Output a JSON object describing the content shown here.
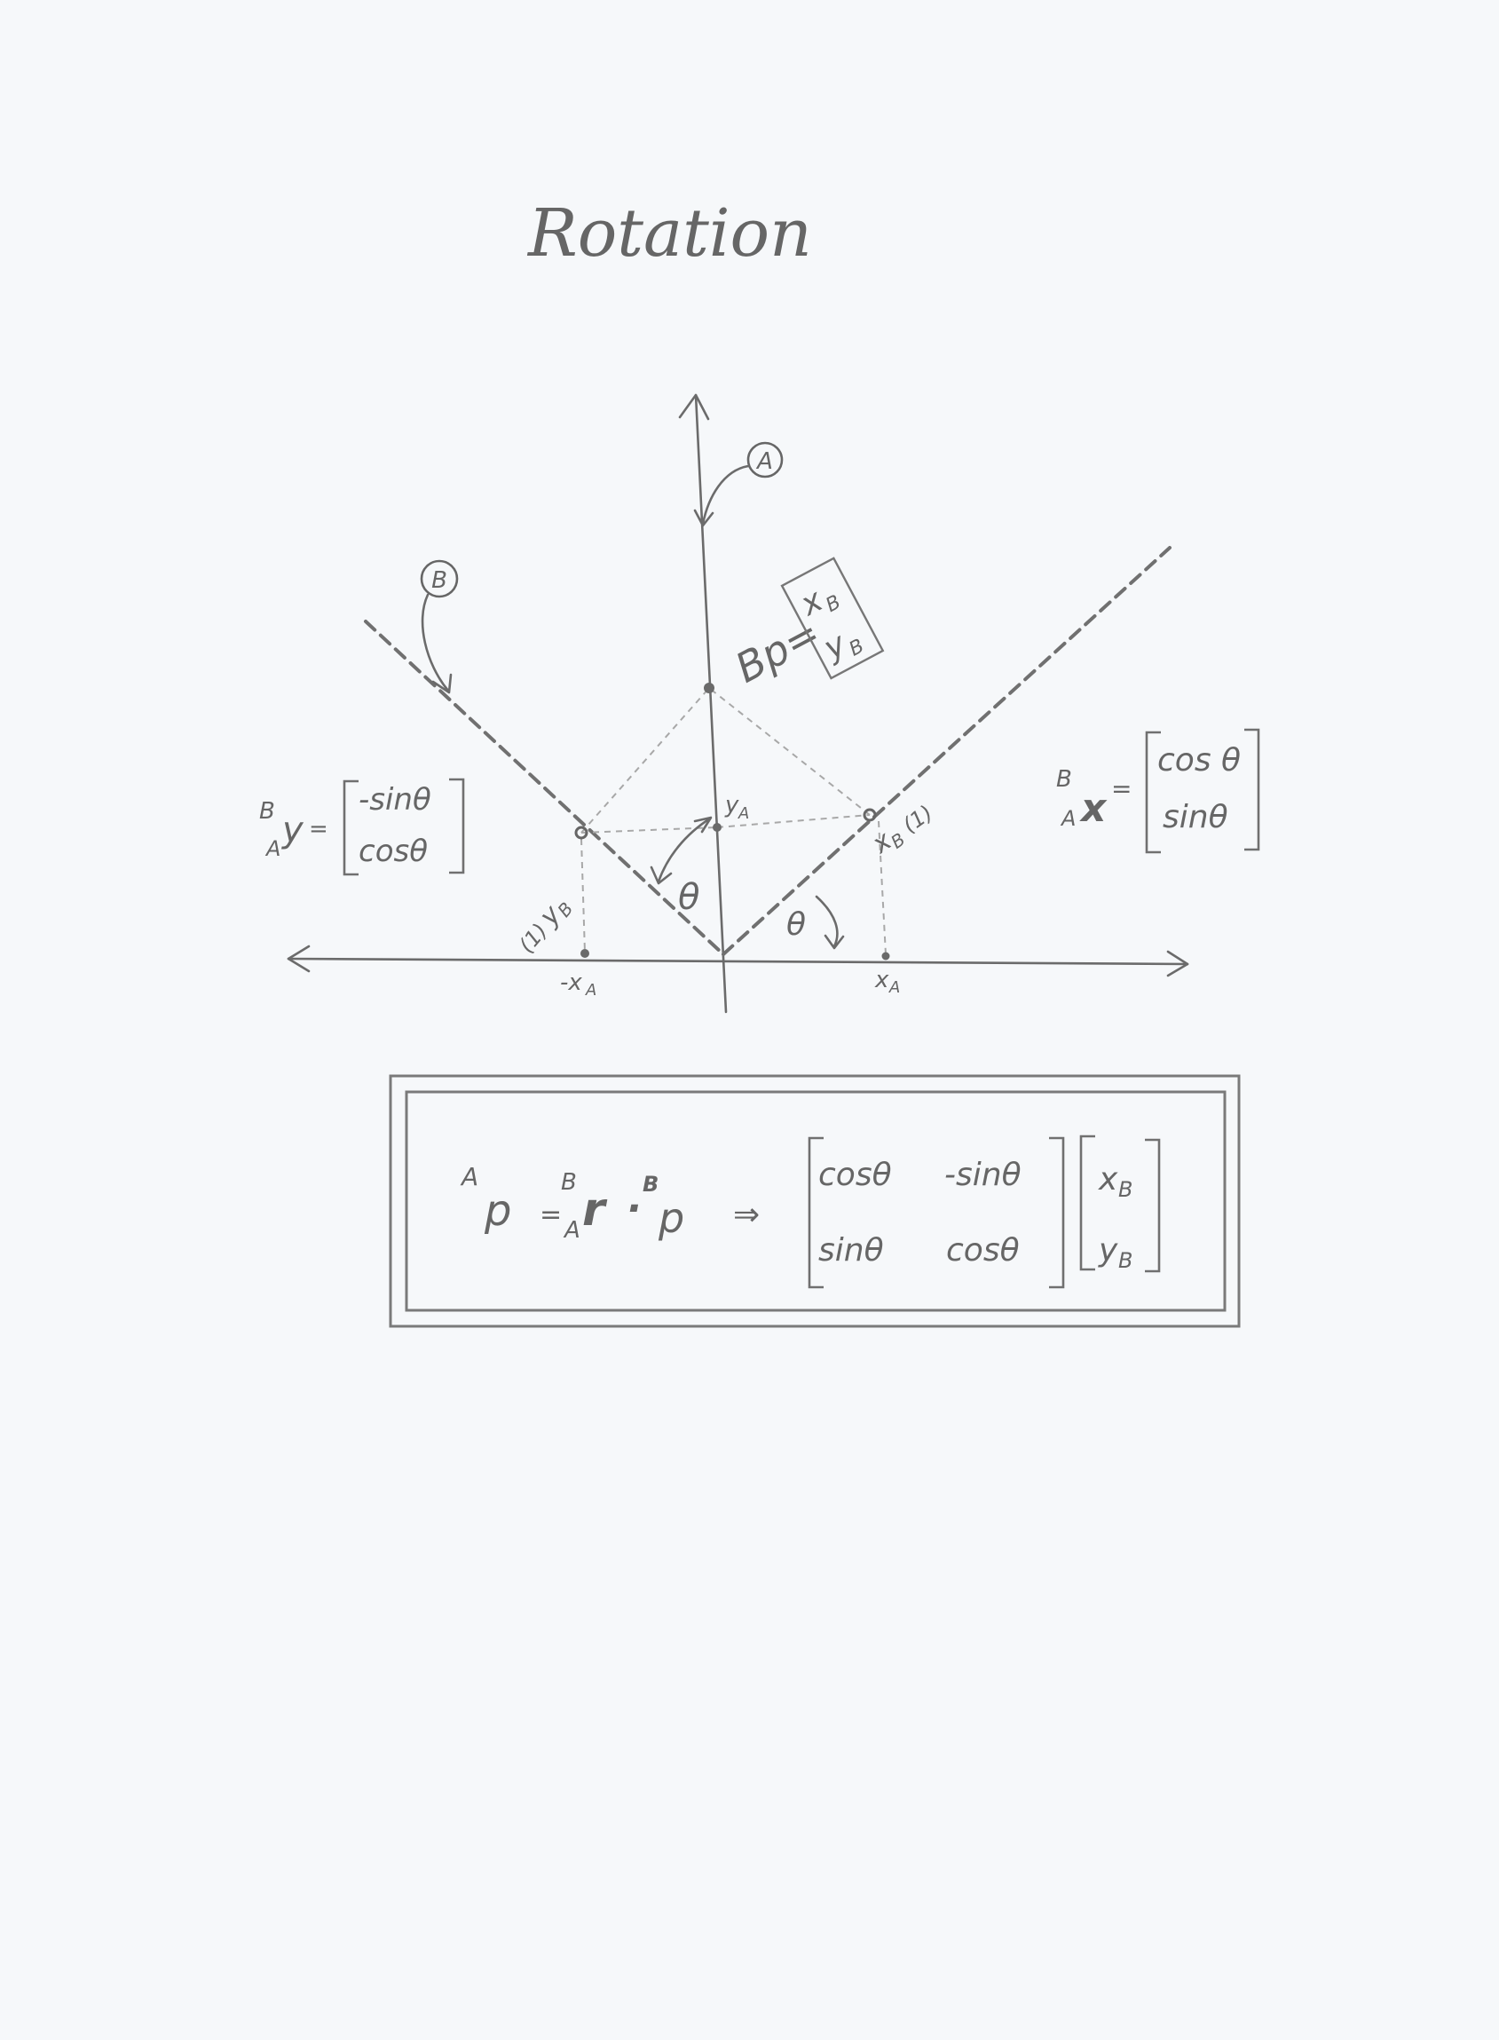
{
  "title": "Rotation",
  "frames": {
    "A": "A",
    "B": "B"
  },
  "labels": {
    "bp_prefix": "Bp=",
    "bp_vec": [
      "x",
      "B",
      "y",
      "B"
    ],
    "ya": "y",
    "ya_sub": "A",
    "xa": "x",
    "xa_sub": "A",
    "neg_xa": "-x",
    "neg_xa_sub": "A",
    "xb_tag": "x",
    "xb_sub": "B",
    "xb_one": "(1)",
    "yb_tag": "y",
    "yb_sub": "B",
    "yb_one": "(1)",
    "theta": "θ"
  },
  "y_vector": {
    "sup": "B",
    "sub": "A",
    "symbol": "y",
    "eq": "=",
    "row1": "-sinθ",
    "row2": "cosθ"
  },
  "x_vector": {
    "sup": "B",
    "sub": "A",
    "symbol": "x",
    "eq": "=",
    "row1": "cos θ",
    "row2": "sinθ"
  },
  "formula": {
    "lhs_sup": "A",
    "lhs": "p",
    "eq": "=",
    "r_sup": "B",
    "r_sub": "A",
    "r": "r",
    "dot": "·",
    "p_sup": "B",
    "p": "p",
    "implies": "⇒",
    "matrix": [
      [
        "cosθ",
        "-sinθ"
      ],
      [
        "sinθ",
        "cosθ"
      ]
    ],
    "vector": [
      "x",
      "y"
    ],
    "vector_sub": "B"
  }
}
